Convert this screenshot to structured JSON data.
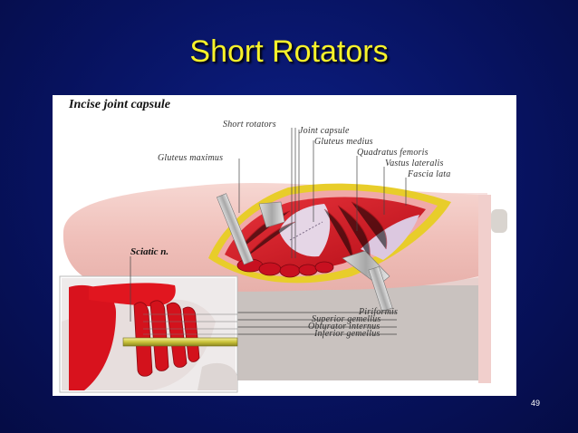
{
  "slide": {
    "title": "Short Rotators",
    "page_number": "49"
  },
  "figure": {
    "heading": "Incise joint capsule",
    "labels": {
      "short_rotators": "Short rotators",
      "joint_capsule": "Joint capsule",
      "gluteus_medius": "Gluteus medius",
      "quadratus_femoris": "Quadratus femoris",
      "gluteus_maximus": "Gluteus maximus",
      "vastus_lateralis": "Vastus lateralis",
      "fascia_lata": "Fascia lata",
      "sciatic": "Sciatic n.",
      "piriformis": "Piriformis",
      "superior_gemellus": "Superior gemellus",
      "obturator_internus": "Obturator internus",
      "inferior_gemellus": "Inferior gemellus"
    }
  },
  "colors": {
    "background": "#07125e",
    "title": "#f7f22a",
    "muscle": "#d7131f",
    "skin": "#f2c9c4",
    "fat": "#e8cd2a"
  }
}
